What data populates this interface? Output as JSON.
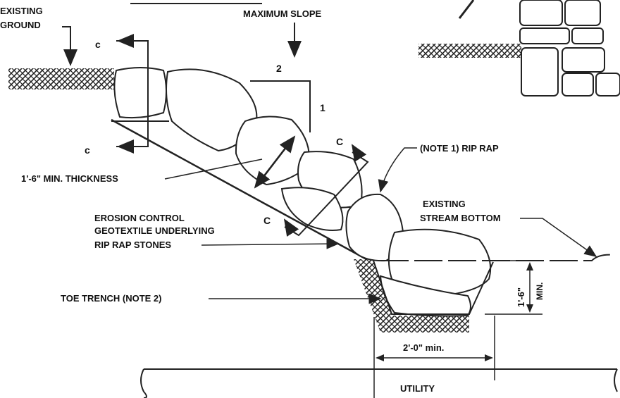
{
  "labels": {
    "existing_ground_1": "EXISTING",
    "existing_ground_2": "GROUND",
    "maximum_slope": "MAXIMUM SLOPE",
    "slope_run": "2",
    "slope_rise": "1",
    "section_c_top": "c",
    "section_c_bottom": "c",
    "section_c_right_top": "C",
    "section_c_right_bottom": "C",
    "rip_rap_note": "(NOTE 1) RIP RAP",
    "min_thickness": "1'-6\" MIN. THICKNESS",
    "erosion_1": "EROSION CONTROL",
    "erosion_2": "GEOTEXTILE UNDERLYING",
    "erosion_3": "RIP RAP STONES",
    "existing_stream_1": "EXISTING",
    "existing_stream_2": "STREAM BOTTOM",
    "toe_trench": "TOE TRENCH (NOTE 2)",
    "trench_depth": "1'-6\"",
    "trench_depth_min": "MIN.",
    "trench_width": "2'-0\" min.",
    "utility": "UTILITY"
  }
}
